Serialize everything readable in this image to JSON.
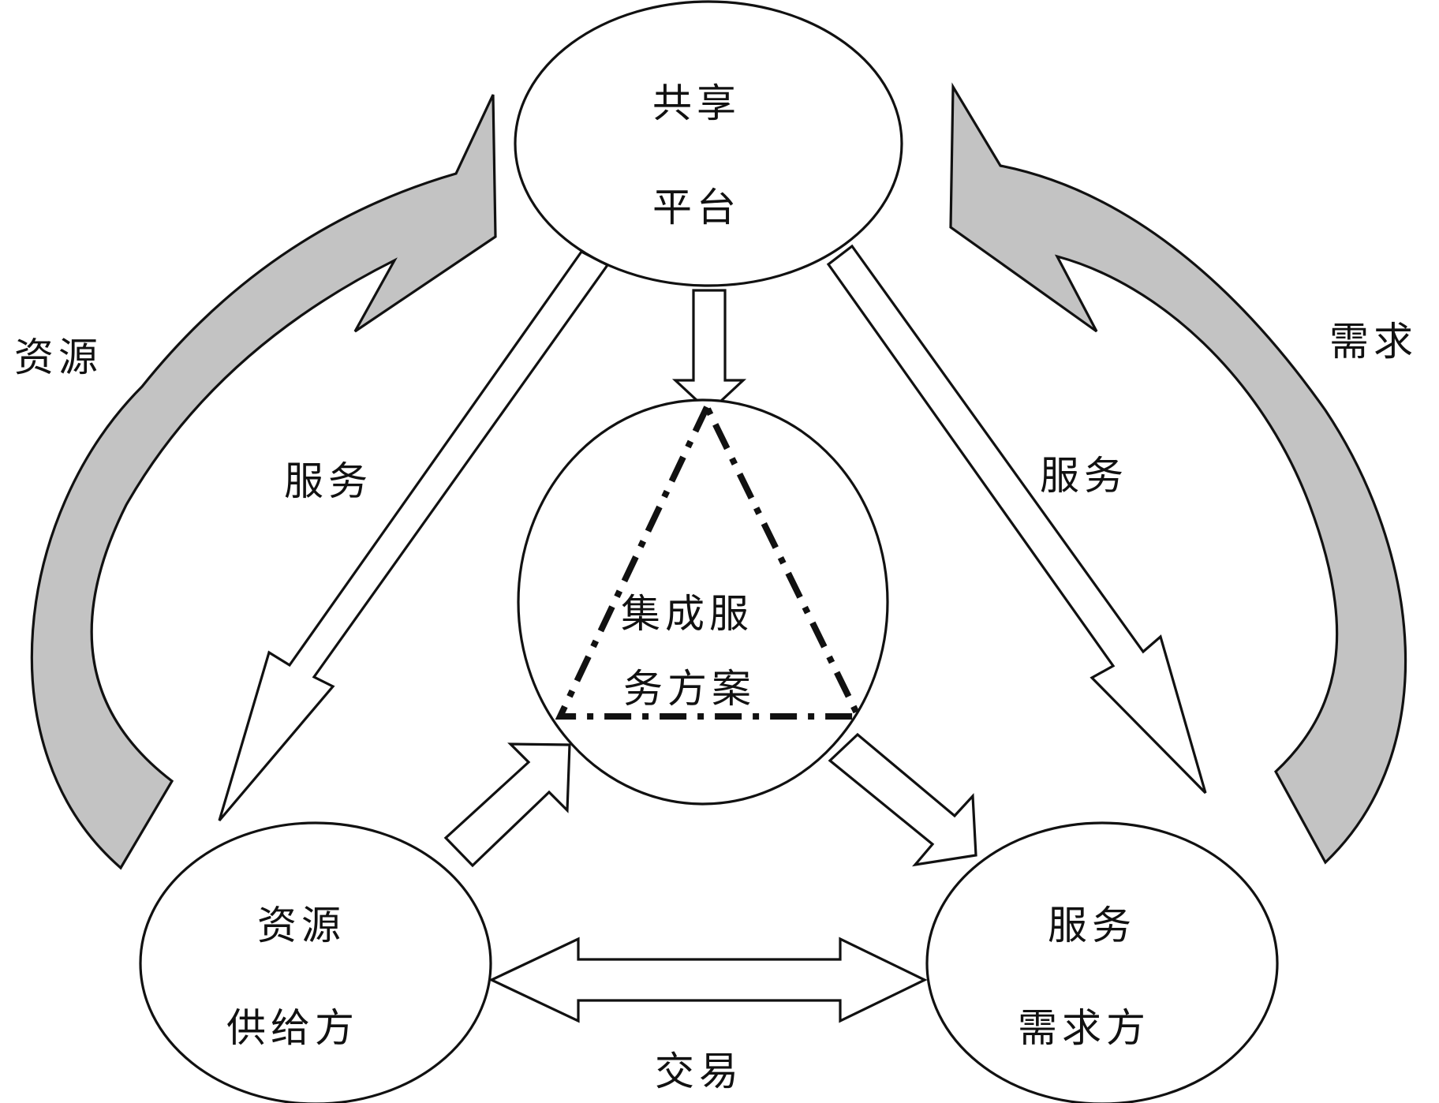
{
  "nodes": {
    "platform": {
      "line1": "共享",
      "line2": "平台"
    },
    "center": {
      "line1": "集成服",
      "line2": "务方案"
    },
    "supplier": {
      "line1": "资源",
      "line2": "供给方"
    },
    "demander": {
      "line1": "服务",
      "line2": "需求方"
    }
  },
  "labels": {
    "resource": "资源",
    "demand": "需求",
    "service_left": "服务",
    "service_right": "服务",
    "trade": "交易"
  },
  "colors": {
    "line": "#111111",
    "curved_arrow_fill": "#c3c3c3",
    "background": "#ffffff"
  }
}
